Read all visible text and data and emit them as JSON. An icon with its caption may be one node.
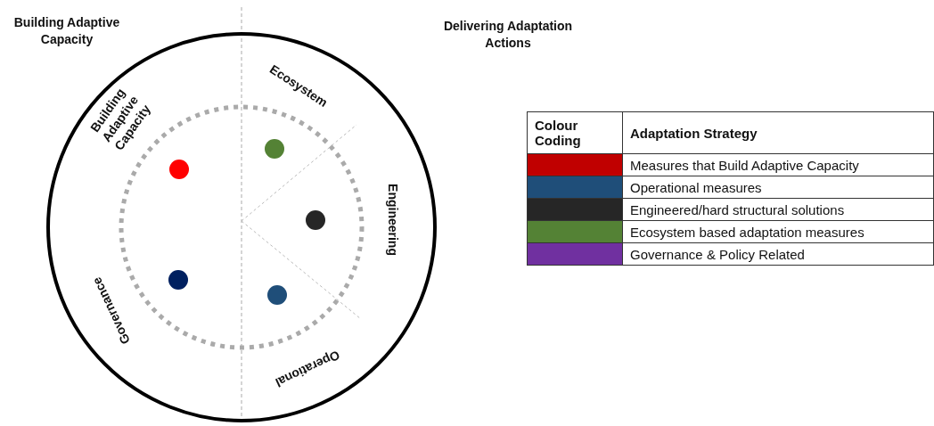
{
  "diagram": {
    "nodes": [
      {
        "text": [],
        "shape": "circle"
      },
      {
        "text": [],
        "shape": "circle"
      },
      {
        "text": [],
        "shape": "circle"
      },
      {
        "text": [],
        "shape": "circle"
      },
      {
        "text": [],
        "shape": "circle"
      }
    ],
    "labels": [
      "Building Adaptive Capacity",
      "Delivering Adaptation Actions",
      "Ecosystem",
      "Building Adaptive Capacity",
      "Engineering",
      "Governance",
      "Operational",
      "Colour Coding",
      "Adaptation Strategy"
    ],
    "legend": [
      {
        "text": "Measures that Build Adaptive Capacity",
        "color": "#c00000"
      },
      {
        "text": "Operational measures",
        "color": "#1f4e79"
      },
      {
        "text": "Engineered/hard structural solutions",
        "color": "#262626"
      },
      {
        "text": "Ecosystem based adaptation measures",
        "color": "#548235"
      },
      {
        "text": "Governance & Policy Related",
        "color": "#7030a0"
      }
    ]
  }
}
